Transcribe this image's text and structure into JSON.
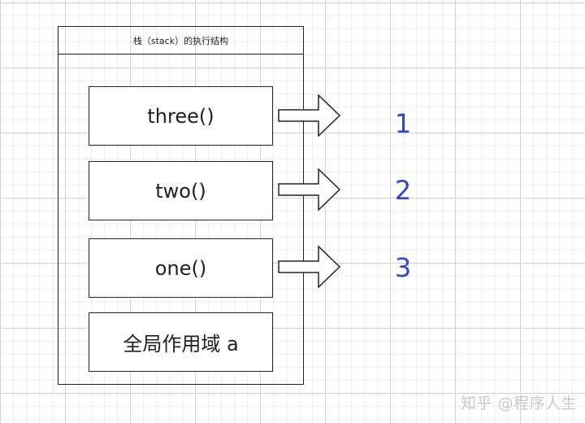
{
  "stack": {
    "title": "栈（stack）的执行结构",
    "frames": [
      {
        "label": "three()",
        "order": "1"
      },
      {
        "label": "two()",
        "order": "2"
      },
      {
        "label": "one()",
        "order": "3"
      },
      {
        "label": "全局作用域 a"
      }
    ]
  },
  "watermark": "知乎 @程序人生",
  "colors": {
    "order_number": "#2f45cf",
    "border": "#222222",
    "grid": "#d4d4d4"
  }
}
